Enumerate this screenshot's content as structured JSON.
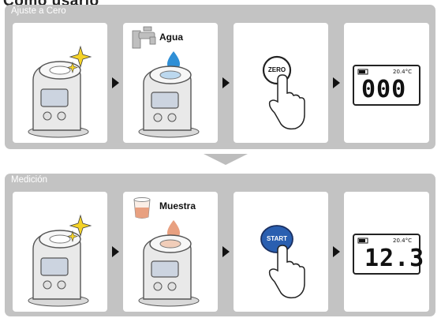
{
  "header": {
    "clipped_title": "Como usarlo"
  },
  "sections": [
    {
      "title": "Ajuste a Cero",
      "step2_label": "Agua",
      "button_label": "ZERO",
      "display": {
        "temp": "20.4°C",
        "value": "000"
      }
    },
    {
      "title": "Medición",
      "step2_label": "Muestra",
      "button_label": "START",
      "display": {
        "temp": "20.4°C",
        "value": "12.3"
      }
    }
  ],
  "colors": {
    "section_bg": "#c3c3c3",
    "water_drop": "#2f8fd6",
    "sample_drop": "#e8a080",
    "start_button": "#2a5fb0",
    "sparkle": "#f5d327"
  }
}
